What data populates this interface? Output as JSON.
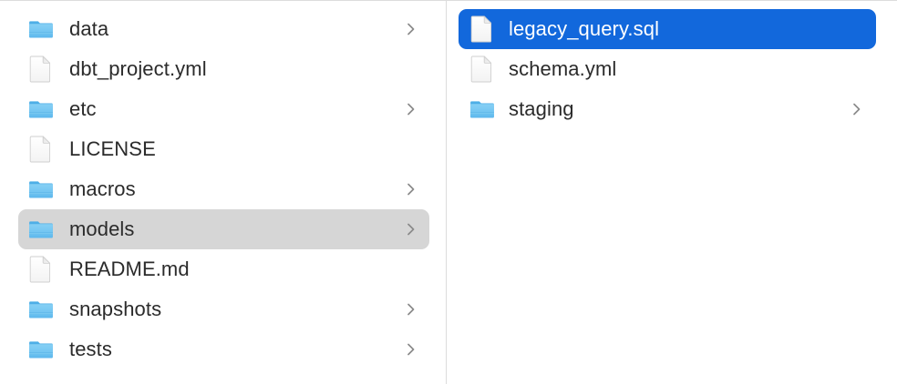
{
  "window": {
    "view_mode": "column",
    "accent_color": "#1268dc",
    "secondary_selection_color": "#d6d6d6",
    "text_color": "#2b2b2b",
    "divider_color": "#dcdcdc",
    "folder_icon_color": "#6fc3f2",
    "document_icon_color": "#ffffff"
  },
  "columns": [
    {
      "name": "column-1",
      "items": [
        {
          "label": "data",
          "kind": "folder",
          "icon": "folder-icon",
          "has_disclosure": true,
          "selected": false,
          "selection_style": "none"
        },
        {
          "label": "dbt_project.yml",
          "kind": "file",
          "icon": "document-icon",
          "has_disclosure": false,
          "selected": false,
          "selection_style": "none"
        },
        {
          "label": "etc",
          "kind": "folder",
          "icon": "folder-icon",
          "has_disclosure": true,
          "selected": false,
          "selection_style": "none"
        },
        {
          "label": "LICENSE",
          "kind": "file",
          "icon": "document-icon",
          "has_disclosure": false,
          "selected": false,
          "selection_style": "none"
        },
        {
          "label": "macros",
          "kind": "folder",
          "icon": "folder-icon",
          "has_disclosure": true,
          "selected": false,
          "selection_style": "none"
        },
        {
          "label": "models",
          "kind": "folder",
          "icon": "folder-icon",
          "has_disclosure": true,
          "selected": true,
          "selection_style": "gray"
        },
        {
          "label": "README.md",
          "kind": "file",
          "icon": "document-icon",
          "has_disclosure": false,
          "selected": false,
          "selection_style": "none"
        },
        {
          "label": "snapshots",
          "kind": "folder",
          "icon": "folder-icon",
          "has_disclosure": true,
          "selected": false,
          "selection_style": "none"
        },
        {
          "label": "tests",
          "kind": "folder",
          "icon": "folder-icon",
          "has_disclosure": true,
          "selected": false,
          "selection_style": "none"
        }
      ]
    },
    {
      "name": "column-2",
      "items": [
        {
          "label": "legacy_query.sql",
          "kind": "file",
          "icon": "document-icon",
          "has_disclosure": false,
          "selected": true,
          "selection_style": "blue"
        },
        {
          "label": "schema.yml",
          "kind": "file",
          "icon": "document-icon",
          "has_disclosure": false,
          "selected": false,
          "selection_style": "none"
        },
        {
          "label": "staging",
          "kind": "folder",
          "icon": "folder-icon",
          "has_disclosure": true,
          "selected": false,
          "selection_style": "none"
        }
      ]
    }
  ]
}
